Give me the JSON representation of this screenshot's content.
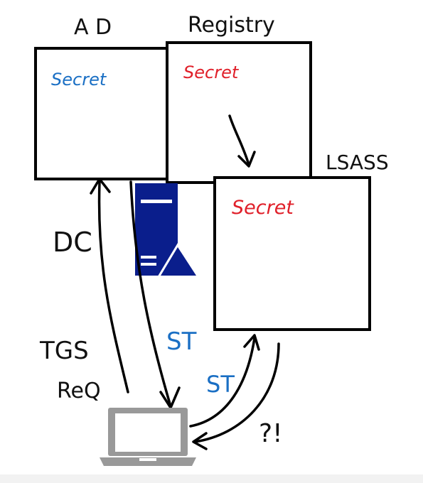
{
  "diagram": {
    "boxes": {
      "ad": {
        "title": "A D",
        "secret_label": "Secret",
        "secret_color": "#1a6fc4"
      },
      "registry": {
        "title": "Registry",
        "secret_label": "Secret",
        "secret_color": "#e0202a"
      },
      "lsass": {
        "title": "LSASS",
        "secret_label": "Secret",
        "secret_color": "#e0202a"
      }
    },
    "labels": {
      "dc": "DC",
      "tgs_line1": "TGS",
      "tgs_line2": "ReQ",
      "st_upper": "ST",
      "st_lower": "ST",
      "exclaim": "?!"
    },
    "colors": {
      "ink": "#111111",
      "st_blue": "#1a6fc4",
      "server_blue": "#0a1e8c",
      "laptop_gray": "#999999"
    },
    "icons": {
      "server": "server-icon",
      "laptop": "laptop-icon"
    }
  }
}
